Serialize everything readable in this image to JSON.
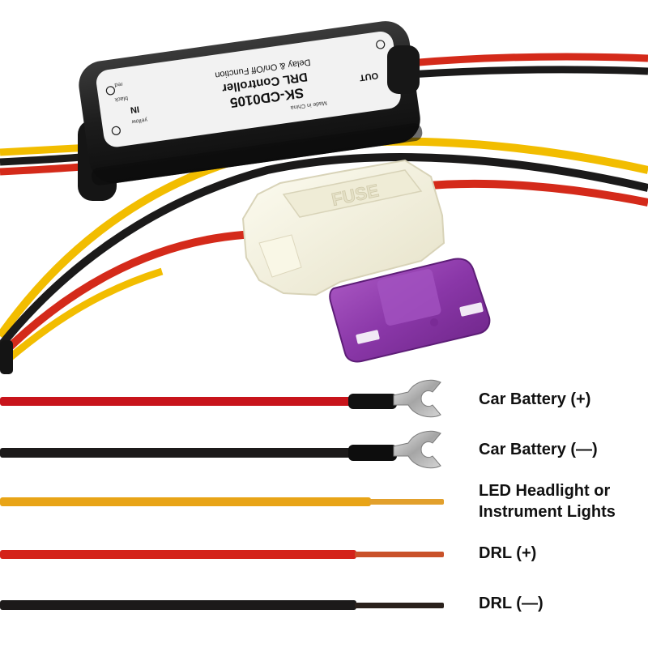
{
  "module": {
    "model": "SK-CD0105",
    "name": "DRL Controller",
    "function": "Delay & On/Off Function",
    "origin": "Made in China",
    "out_label": "OUT",
    "in_label": "IN",
    "pin_yellow": "yellow",
    "pin_black": "black",
    "pin_red": "red"
  },
  "fuse": {
    "housing_text": "FUSE"
  },
  "legend": [
    {
      "label": "Car Battery (+)",
      "wire_color": "#c8141b",
      "end": "fork-terminal"
    },
    {
      "label": "Car Battery (—)",
      "wire_color": "#1c1a1a",
      "end": "fork-terminal"
    },
    {
      "label": "LED Headlight or Instrument Lights",
      "line1": "LED Headlight or",
      "line2": "Instrument Lights",
      "wire_color": "#e8a417",
      "end": "bare-wire"
    },
    {
      "label": "DRL (+)",
      "wire_color": "#d4231a",
      "end": "bare-wire"
    },
    {
      "label": "DRL (—)",
      "wire_color": "#1c1a1a",
      "end": "bare-wire"
    }
  ],
  "colors": {
    "red_wire": "#d42a1a",
    "black_wire": "#1b1a1a",
    "yellow_wire": "#f2bd00",
    "fuse_violet": "#8a3aa6",
    "fuse_holder": "#f5f2de",
    "module_body": "#1f1f1f",
    "label_plate": "#f2f2f2"
  }
}
